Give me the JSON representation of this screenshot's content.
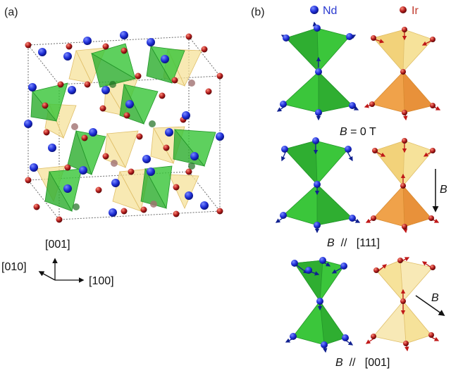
{
  "panel_a": {
    "label": "(a)",
    "axes": {
      "z": "[001]",
      "y": "[010]",
      "x": "[100]"
    }
  },
  "panel_b": {
    "label": "(b)",
    "legend": [
      {
        "label": "Nd",
        "color": "#1f2fd8",
        "text_color": "#2a3ad0"
      },
      {
        "label": "Ir",
        "color": "#b01c1c",
        "text_color": "#c0392b"
      }
    ],
    "conditions": [
      {
        "italic": "B",
        "rest": " = 0 T"
      },
      {
        "italic": "B",
        "rest": "  //   [111]"
      },
      {
        "italic": "B",
        "rest": "  //   [001]"
      }
    ],
    "field_labels": [
      "B",
      "B"
    ]
  },
  "colors": {
    "nd": "#1f2fd8",
    "ir": "#b01c1c",
    "green_tetra": "#3bc63b",
    "green_dark": "#23962a",
    "yellow_tetra": "#f6e29a",
    "orange_tetra": "#f0a24a",
    "frame": "#6a6a6a"
  }
}
